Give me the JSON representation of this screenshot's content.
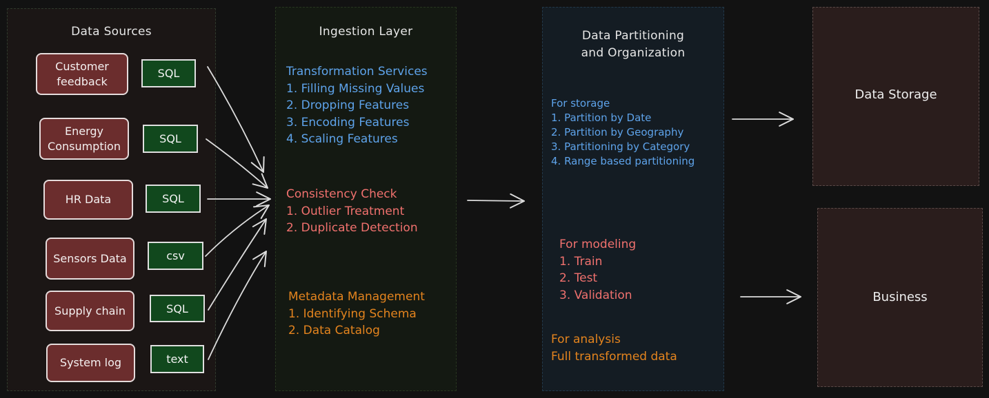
{
  "sources_panel": {
    "title": "Data Sources",
    "items": [
      {
        "name": "Customer feedback",
        "format": "SQL"
      },
      {
        "name": "Energy Consumption",
        "format": "SQL"
      },
      {
        "name": "HR Data",
        "format": "SQL"
      },
      {
        "name": "Sensors Data",
        "format": "csv"
      },
      {
        "name": "Supply chain",
        "format": "SQL"
      },
      {
        "name": "System log",
        "format": "text"
      }
    ]
  },
  "ingestion_panel": {
    "title": "Ingestion Layer",
    "transformation": {
      "heading": "Transformation Services",
      "items": [
        "1. Filling Missing Values",
        "2. Dropping Features",
        "3. Encoding Features",
        "4. Scaling Features"
      ]
    },
    "consistency": {
      "heading": "Consistency Check",
      "items": [
        "1. Outlier Treatment",
        "2. Duplicate Detection"
      ]
    },
    "metadata": {
      "heading": "Metadata Management",
      "items": [
        "1. Identifying Schema",
        "2. Data Catalog"
      ]
    }
  },
  "partition_panel": {
    "title_line1": "Data Partitioning",
    "title_line2": "and Organization",
    "storage": {
      "heading": "For storage",
      "items": [
        "1. Partition by Date",
        "2. Partition by Geography",
        "3. Partitioning by Category",
        "4. Range based partitioning"
      ]
    },
    "modeling": {
      "heading": "For modeling",
      "items": [
        "1. Train",
        "2. Test",
        "3. Validation"
      ]
    },
    "analysis": {
      "heading": "For analysis",
      "text": "Full transformed data"
    }
  },
  "storage_box": {
    "label": "Data Storage"
  },
  "business_box": {
    "label": "Business"
  },
  "colors": {
    "transformation": "#5ea3ea",
    "consistency": "#f0716e",
    "metadata": "#e4841e",
    "source_fill": "#6b2d2d",
    "format_fill": "#11481d"
  }
}
